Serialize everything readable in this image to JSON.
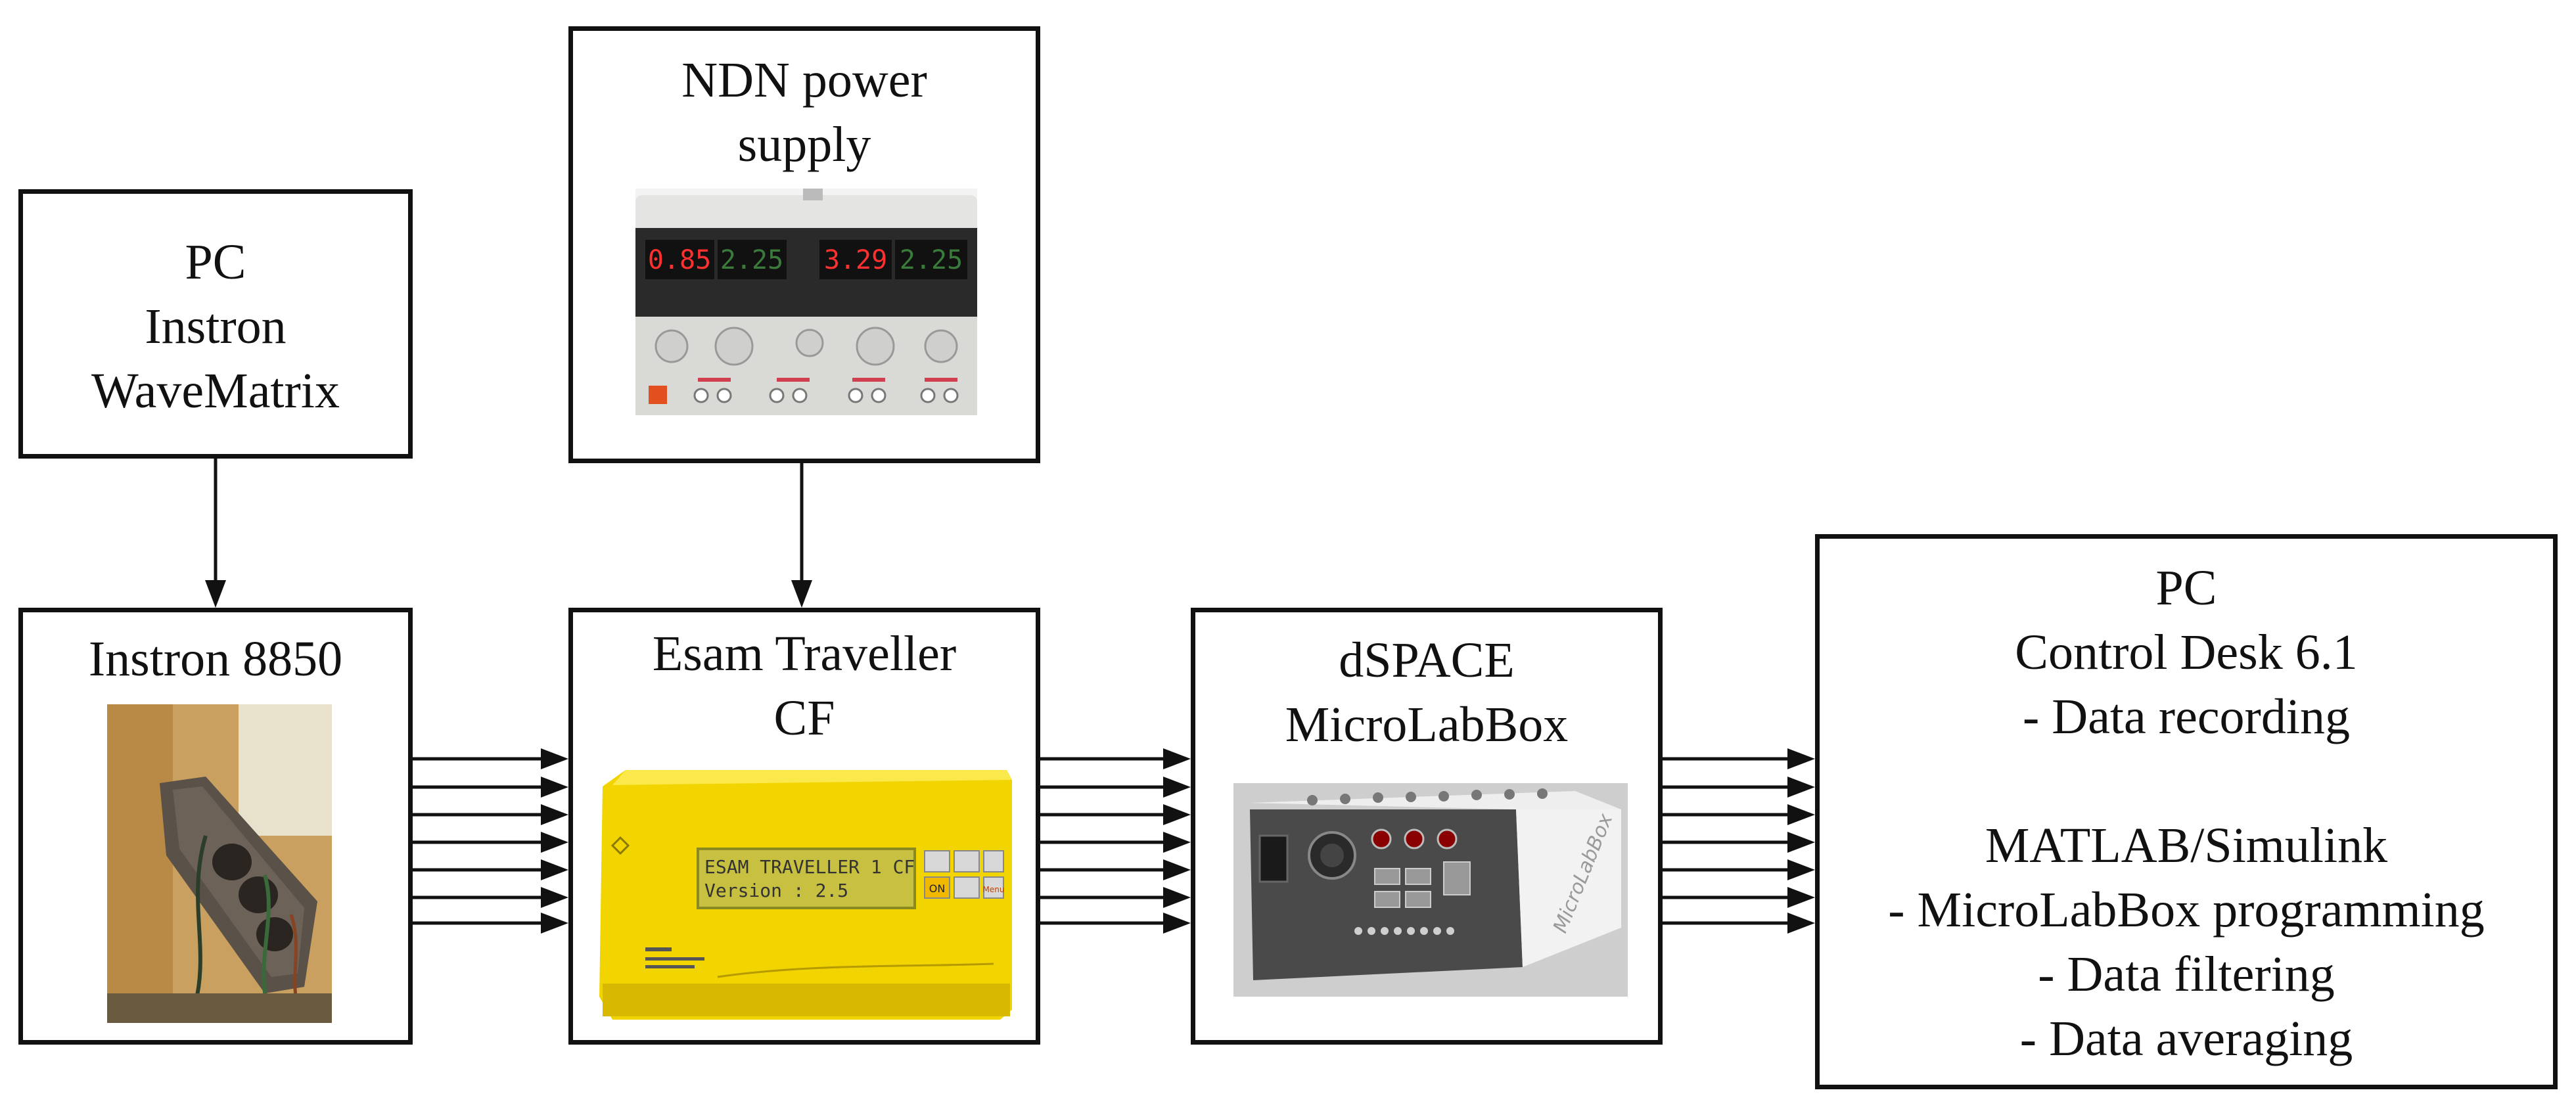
{
  "blocks": {
    "pc_instron": {
      "lines": [
        "PC",
        "Instron",
        "WaveMatrix"
      ]
    },
    "ndn_power": {
      "lines": [
        "NDN power",
        "supply"
      ]
    },
    "instron_8850": {
      "lines": [
        "Instron 8850"
      ]
    },
    "esam": {
      "lines": [
        "Esam Traveller",
        "CF"
      ]
    },
    "dspace": {
      "lines": [
        "dSPACE",
        "MicroLabBox"
      ]
    },
    "pc_control": {
      "lines": [
        "PC",
        "Control Desk 6.1",
        "- Data recording",
        "",
        "MATLAB/Simulink",
        "- MicroLabBox programming",
        "- Data filtering",
        "- Data averaging"
      ]
    }
  },
  "device_labels": {
    "power_display": [
      "0.85",
      "2.25",
      "3.29",
      "2.25"
    ],
    "esam_lcd": [
      "ESAM TRAVELLER 1 CF",
      "Version : 2.5"
    ],
    "esam_keys": [
      "ON",
      "Menu"
    ],
    "microlabbox_brand": "MicroLabBox"
  }
}
